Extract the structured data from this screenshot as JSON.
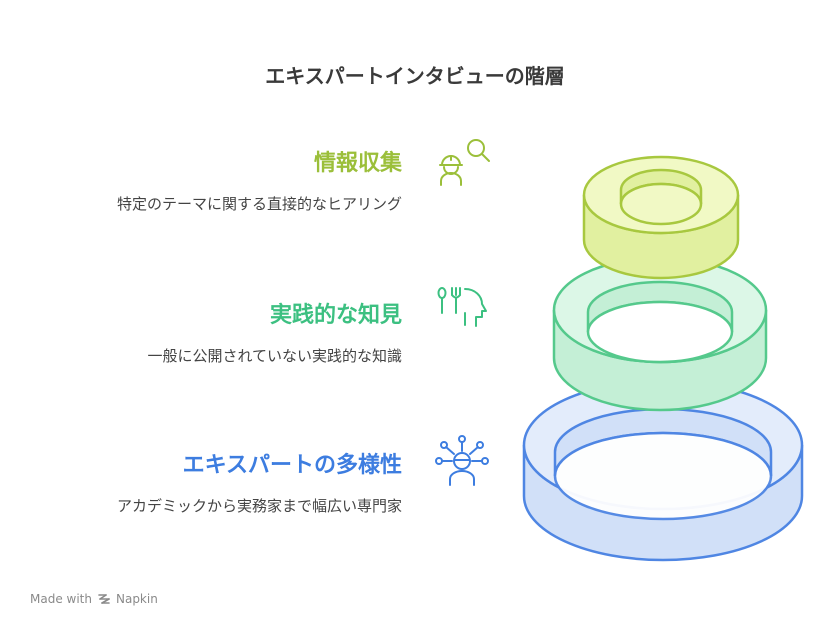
{
  "title": "エキスパートインタビューの階層",
  "levels": [
    {
      "heading": "情報収集",
      "description": "特定のテーマに関する直接的なヒアリング",
      "color": "#9bbf3a",
      "ring_fill": "#f1f9c5",
      "ring_side": "#e1f0a0",
      "ring_stroke": "#a8c83f",
      "icon": "person-search-icon"
    },
    {
      "heading": "実践的な知見",
      "description": "一般に公開されていない実践的な知識",
      "color": "#3cc081",
      "ring_fill": "#dcf7e7",
      "ring_side": "#c4efd6",
      "ring_stroke": "#55c98c",
      "icon": "head-tools-icon"
    },
    {
      "heading": "エキスパートの多様性",
      "description": "アカデミックから実務家まで幅広い専門家",
      "color": "#3d7de0",
      "ring_fill": "#e3ecfb",
      "ring_side": "#d1e0f8",
      "ring_stroke": "#4f86e3",
      "icon": "network-person-icon"
    }
  ],
  "footer": {
    "made_with": "Made with",
    "brand": "Napkin"
  }
}
